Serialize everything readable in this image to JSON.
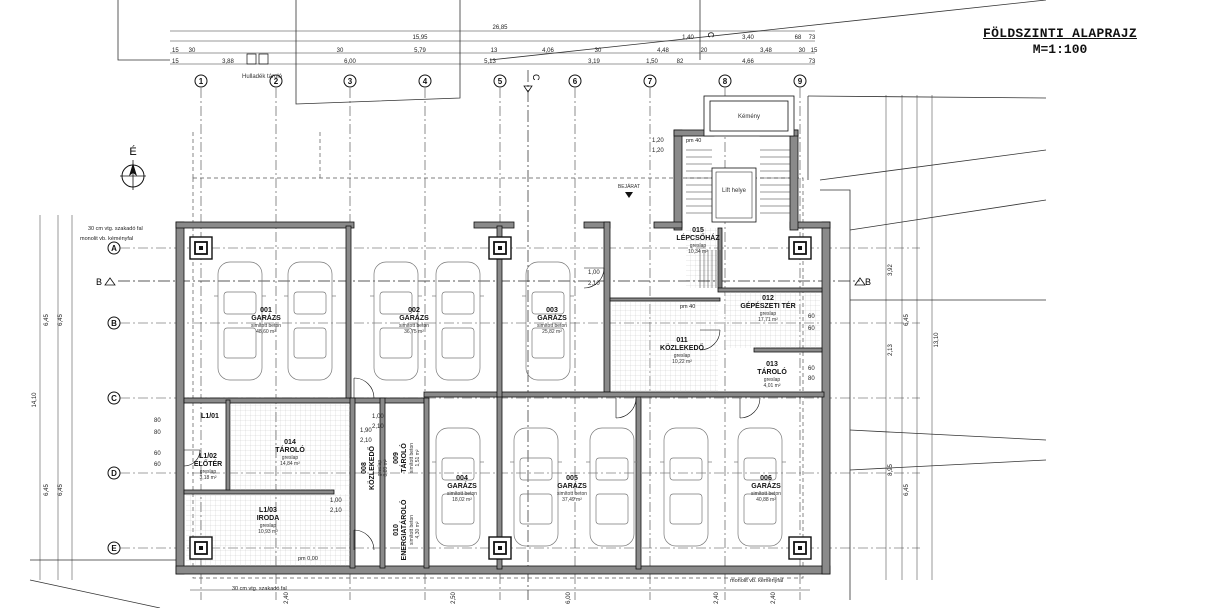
{
  "title": {
    "main": "FÖLDSZINTI ALAPRAJZ",
    "scale": "M=1:100"
  },
  "north_label": "É",
  "axes_columns": [
    "1",
    "2",
    "3",
    "4",
    "5",
    "6",
    "7",
    "8",
    "9"
  ],
  "axes_rows": [
    "A",
    "B",
    "C",
    "D",
    "E"
  ],
  "section_markers": {
    "left": "B",
    "right": "B",
    "top": "C"
  },
  "labels": {
    "entrance": "BEJÁRAT",
    "chimney": "Kémény",
    "lift": "Lift helye",
    "waste": "Hulladék tároló",
    "top_overall": "26,85",
    "top_dims_row1": [
      "15,95",
      "1,40",
      "3,40",
      "68",
      "73"
    ],
    "top_dims_row2": [
      "15",
      "30",
      "5,79",
      "30",
      "13",
      "4,06",
      "30",
      "4,48",
      "20",
      "3,48",
      "30",
      "15"
    ],
    "top_dims_row3": [
      "15",
      "3,88",
      "6,00",
      "5,13",
      "3,19",
      "1,50",
      "82",
      "4,66",
      "73"
    ],
    "left_dims": [
      "6,45",
      "6,45",
      "14,10",
      "6,45",
      "6,45"
    ],
    "right_dims": [
      "3,92",
      "6,45",
      "2,13",
      "8,95",
      "6,45",
      "13,10"
    ],
    "bottom_dims": [
      "2,40",
      "2,50",
      "6,00",
      "2,40",
      "2,40"
    ],
    "side_notes": [
      "30 cm vtg. szakadó fal",
      "monolit vb. kéményfal",
      "30 cm vtg. szakadó fal",
      "monolit vb. kéményfal"
    ],
    "misc_dims": [
      "1,20",
      "1,20",
      "1,00",
      "2,10",
      "60",
      "60",
      "1,90",
      "2,10",
      "1,00",
      "2,10",
      "1,00",
      "2,10",
      "80",
      "80",
      "60",
      "60",
      "60",
      "80"
    ]
  },
  "rooms": [
    {
      "id": "001",
      "name": "GARÁZS",
      "floor": "simított beton",
      "area": "48,60 m²"
    },
    {
      "id": "002",
      "name": "GARÁZS",
      "floor": "simított beton",
      "area": "36,75 m²"
    },
    {
      "id": "003",
      "name": "GARÁZS",
      "floor": "simított beton",
      "area": "25,82 m²"
    },
    {
      "id": "004",
      "name": "GARÁZS",
      "floor": "simított beton",
      "area": "18,02 m²"
    },
    {
      "id": "005",
      "name": "GARÁZS",
      "floor": "simított beton",
      "area": "37,49 m²"
    },
    {
      "id": "006",
      "name": "GARÁZS",
      "floor": "simított beton",
      "area": "40,88 m²"
    },
    {
      "id": "008",
      "name": "KÖZLEKEDŐ",
      "floor": "greslap",
      "area": "8,89 m²"
    },
    {
      "id": "009",
      "name": "TÁROLÓ",
      "floor": "simított beton",
      "area": "1,51 m²"
    },
    {
      "id": "010",
      "name": "ENERGIATÁROLÓ",
      "floor": "simított beton",
      "area": "4,30 m²"
    },
    {
      "id": "011",
      "name": "KÖZLEKEDŐ",
      "floor": "greslap",
      "area": "10,22 m²"
    },
    {
      "id": "012",
      "name": "GÉPÉSZETI TÉR",
      "floor": "greslap",
      "area": "17,71 m²"
    },
    {
      "id": "013",
      "name": "TÁROLÓ",
      "floor": "greslap",
      "area": "4,01 m²"
    },
    {
      "id": "014",
      "name": "TÁROLÓ",
      "floor": "greslap",
      "area": "14,84 m²"
    },
    {
      "id": "015",
      "name": "LÉPCSŐHÁZ",
      "floor": "greslap",
      "area": "10,34 m²"
    },
    {
      "id": "L1/01",
      "name": "",
      "floor": "",
      "area": ""
    },
    {
      "id": "L1/02",
      "name": "ELŐTÉR",
      "floor": "greslap",
      "area": "3,18 m²"
    },
    {
      "id": "L1/03",
      "name": "IRODA",
      "floor": "greslap",
      "area": "10,93 m²"
    }
  ],
  "elevation_marks": [
    "pm 40",
    "pm 40",
    "pm 0,00"
  ]
}
